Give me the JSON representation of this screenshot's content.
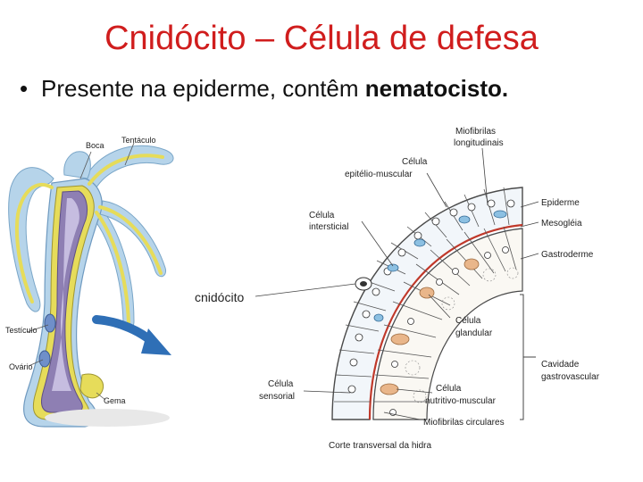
{
  "slide": {
    "title": "Cnidócito – Célula de defesa",
    "bullet_marker": "•",
    "bullet_text": "Presente na epiderme, contêm ",
    "bullet_bold": "nematocisto."
  },
  "hydra_labels": {
    "boca": "Boca",
    "tentaculo": "Tentáculo",
    "testiculo": "Testículo",
    "ovario": "Ovário",
    "gema": "Gema"
  },
  "section_labels": {
    "miofibrilas_long_1": "Miofibrilas",
    "miofibrilas_long_2": "longitudinais",
    "celula_epitelio_1": "Célula",
    "celula_epitelio_2": "epitélio-muscular",
    "celula_intersticial_1": "Célula",
    "celula_intersticial_2": "intersticial",
    "cnidocito": "cnidócito",
    "epiderme": "Epiderme",
    "mesogleia": "Mesogléia",
    "gastroderme": "Gastroderme",
    "celula_glandular_1": "Célula",
    "celula_glandular_2": "glandular",
    "cavidade_1": "Cavidade",
    "cavidade_2": "gastrovascular",
    "celula_sensorial_1": "Célula",
    "celula_sensorial_2": "sensorial",
    "celula_nutritivo_1": "Célula",
    "celula_nutritivo_2": "nutritivo-muscular",
    "miofibrilas_circ": "Miofibrilas circulares",
    "caption": "Corte transversal da hidra"
  },
  "colors": {
    "title": "#d01d1d",
    "outer_tissue": "#b6d4ea",
    "epidermis_yellow": "#e6dc5a",
    "gastro_purple": "#8e7fb3",
    "arrow_blue": "#2f6fb6",
    "cell_blue": "#8cc0e2",
    "cell_orange": "#e9b68a"
  }
}
